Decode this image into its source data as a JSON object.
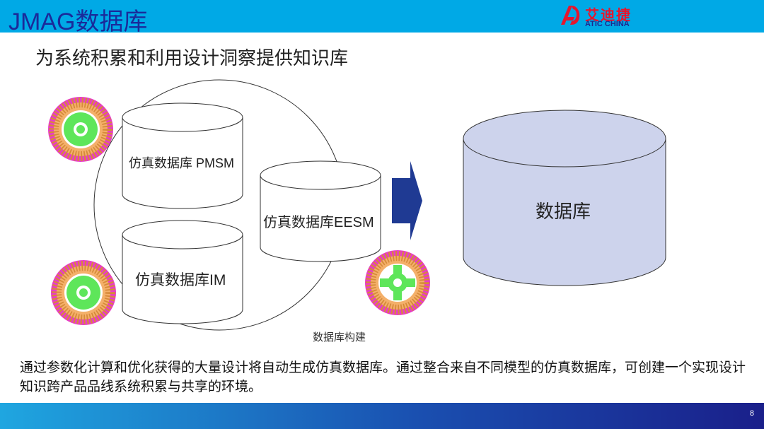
{
  "header": {
    "title": "JMAG数据库",
    "logo": {
      "cn": "艾迪捷",
      "en": "ATIC CHINA"
    }
  },
  "subtitle": "为系统积累和利用设计洞察提供知识库",
  "diagram": {
    "db_pmsm": "仿真数据库 PMSM",
    "db_eesm": "仿真数据库EESM",
    "db_im": "仿真数据库IM",
    "db_main": "数据库",
    "caption": "数据库构建"
  },
  "body_text": "通过参数化计算和优化获得的大量设计将自动生成仿真数据库。通过整合来自不同模型的仿真数据库，可创建一个实现设计知识跨产品品线系统积累与共享的环境。",
  "footer": {
    "page": "8"
  },
  "colors": {
    "accent_bar": "#00a9e6",
    "title": "#1a2a9a",
    "db_fill": "#cdd3ec",
    "arrow": "#1f3a93",
    "rotor_magenta": "#e83cc8",
    "rotor_green": "#5ee65a"
  }
}
